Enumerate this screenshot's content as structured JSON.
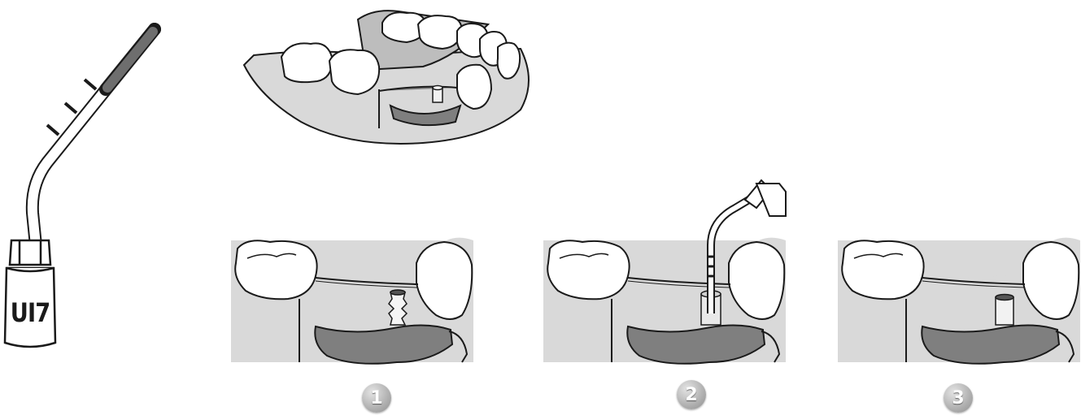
{
  "tip": {
    "label": "UI7"
  },
  "steps": [
    {
      "number": "1"
    },
    {
      "number": "2"
    },
    {
      "number": "3"
    }
  ],
  "colors": {
    "outline": "#1a1a1a",
    "gum": "#d9d9d9",
    "bone_dark": "#7f7f7f",
    "tooth": "#ffffff",
    "badge": "#a8a8a8"
  }
}
